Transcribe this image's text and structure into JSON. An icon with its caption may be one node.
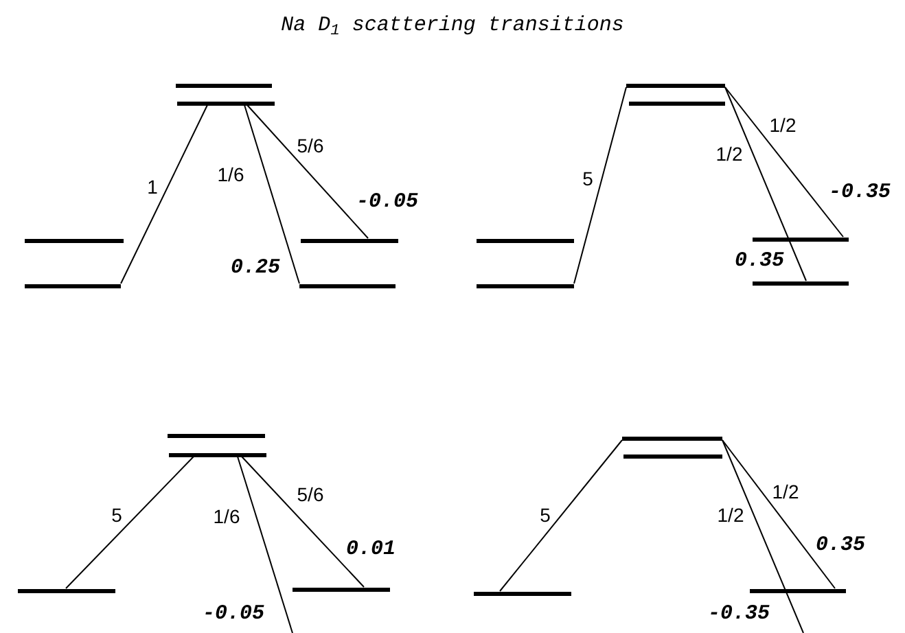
{
  "diagram": {
    "title": "Na D$_{1}$ scattering transitions",
    "nodes": [
      {
        "text": [],
        "shape": "bar"
      },
      {
        "text": [],
        "shape": "bar"
      },
      {
        "text": [],
        "shape": "bar"
      },
      {
        "text": [],
        "shape": "bar"
      },
      {
        "text": [],
        "shape": "bar"
      },
      {
        "text": [],
        "shape": "bar"
      },
      {
        "text": [],
        "shape": "bar"
      },
      {
        "text": [],
        "shape": "bar"
      },
      {
        "text": [],
        "shape": "bar"
      },
      {
        "text": [],
        "shape": "bar"
      },
      {
        "text": [],
        "shape": "bar"
      },
      {
        "text": [],
        "shape": "bar"
      },
      {
        "text": [],
        "shape": "bar"
      },
      {
        "text": [],
        "shape": "bar"
      },
      {
        "text": [],
        "shape": "bar"
      },
      {
        "text": [],
        "shape": "bar"
      },
      {
        "text": [],
        "shape": "bar"
      },
      {
        "text": [],
        "shape": "bar"
      },
      {
        "text": [],
        "shape": "bar"
      },
      {
        "text": [],
        "shape": "bar"
      }
    ],
    "edges": [
      {
        "from": 1,
        "to": 3,
        "arrow": "none",
        "label": "1"
      },
      {
        "from": 1,
        "to": 5,
        "arrow": "none",
        "label": "1/6"
      },
      {
        "from": 1,
        "to": 4,
        "arrow": "none",
        "label": "5/6"
      },
      {
        "from": 6,
        "to": 9,
        "arrow": "none",
        "label": "5"
      },
      {
        "from": 6,
        "to": 11,
        "arrow": "none",
        "label": "1/2"
      },
      {
        "from": 6,
        "to": 10,
        "arrow": "none",
        "label": "1/2"
      },
      {
        "from": 13,
        "to": 14,
        "arrow": "none",
        "label": "5"
      },
      {
        "from": 13,
        "to": null,
        "arrow": "none",
        "label": "1/6"
      },
      {
        "from": 13,
        "to": 15,
        "arrow": "none",
        "label": "5/6"
      },
      {
        "from": 16,
        "to": 18,
        "arrow": "none",
        "label": "5"
      },
      {
        "from": 16,
        "to": null,
        "arrow": "none",
        "label": "1/2"
      },
      {
        "from": 16,
        "to": 19,
        "arrow": "none",
        "label": "1/2"
      }
    ],
    "labels": [
      "-0.05",
      "0.25",
      "-0.35",
      "0.35",
      "0.01",
      "-0.05",
      "0.35",
      "-0.35"
    ]
  }
}
